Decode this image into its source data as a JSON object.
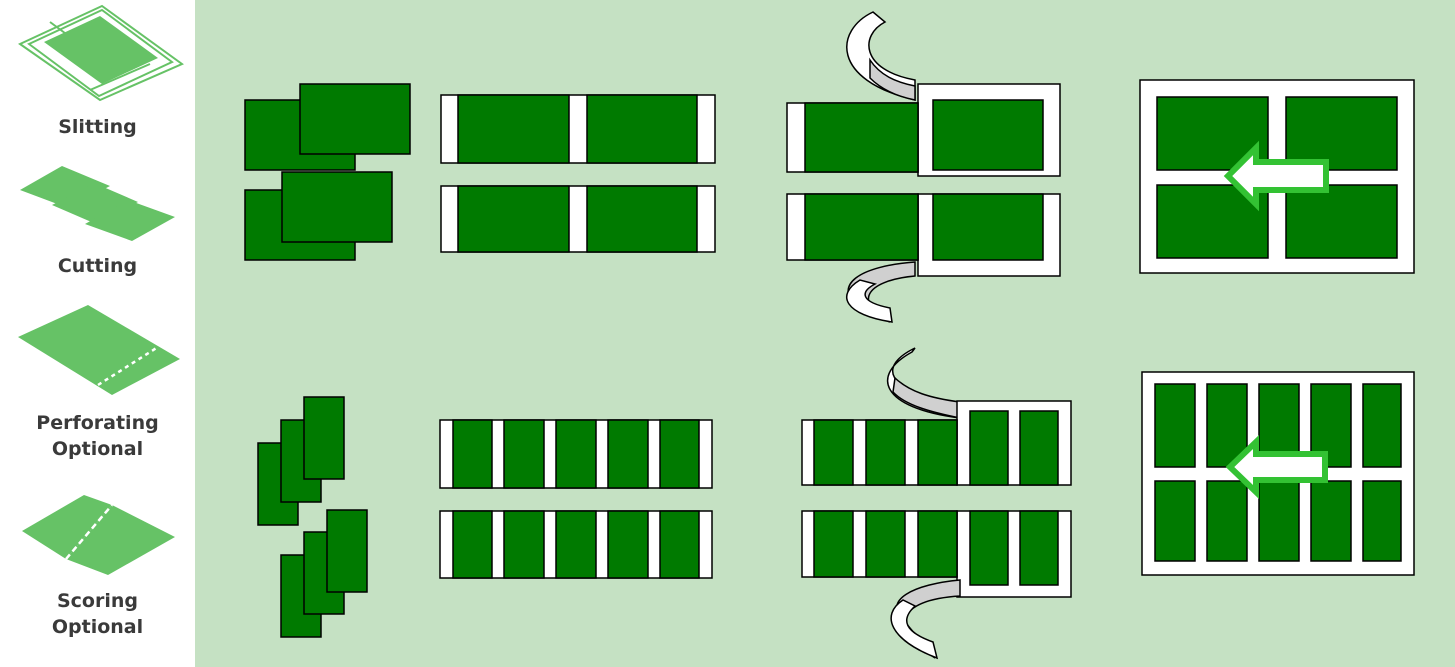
{
  "legend": {
    "items": [
      {
        "lines": [
          "Slitting"
        ],
        "icon": "slitting-icon"
      },
      {
        "lines": [
          "Cutting"
        ],
        "icon": "cutting-icon"
      },
      {
        "lines": [
          "Perforating",
          "Optional"
        ],
        "icon": "perforating-icon"
      },
      {
        "lines": [
          "Scoring",
          "Optional"
        ],
        "icon": "scoring-icon"
      }
    ]
  },
  "colors": {
    "panel_background": "#c5e1c3",
    "label_sheet_green": "#007a00",
    "icon_green": "#66c266",
    "arrow_green": "#33c233",
    "liner_gray": "#d0d0d0"
  }
}
